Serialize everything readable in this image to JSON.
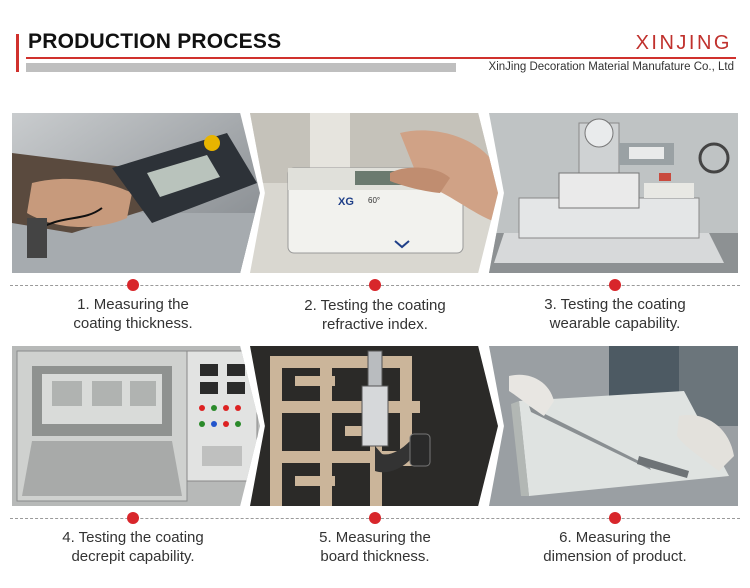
{
  "header": {
    "title": "PRODUCTION PROCESS",
    "brand": "XINJING",
    "subtitle": "XinJing Decoration Material Manufature Co., Ltd"
  },
  "colors": {
    "accent_red": "#d0312d",
    "dot_red": "#d8262b",
    "separator": "#9a9a9a"
  },
  "steps": [
    {
      "line1": "1. Measuring the",
      "line2": "coating thickness.",
      "icon": "thickness-gauge-photo"
    },
    {
      "line1": "2. Testing the coating",
      "line2": "refractive index.",
      "icon": "gloss-meter-photo",
      "device_label": "60°"
    },
    {
      "line1": "3. Testing the coating",
      "line2": "wearable capability.",
      "icon": "abrasion-tester-photo"
    },
    {
      "line1": "4. Testing the coating",
      "line2": "decrepit capability.",
      "icon": "aging-chamber-photo"
    },
    {
      "line1": "5. Measuring the",
      "line2": "board thickness.",
      "icon": "micrometer-photo"
    },
    {
      "line1": "6. Measuring the",
      "line2": "dimension of product.",
      "icon": "caliper-photo"
    }
  ]
}
